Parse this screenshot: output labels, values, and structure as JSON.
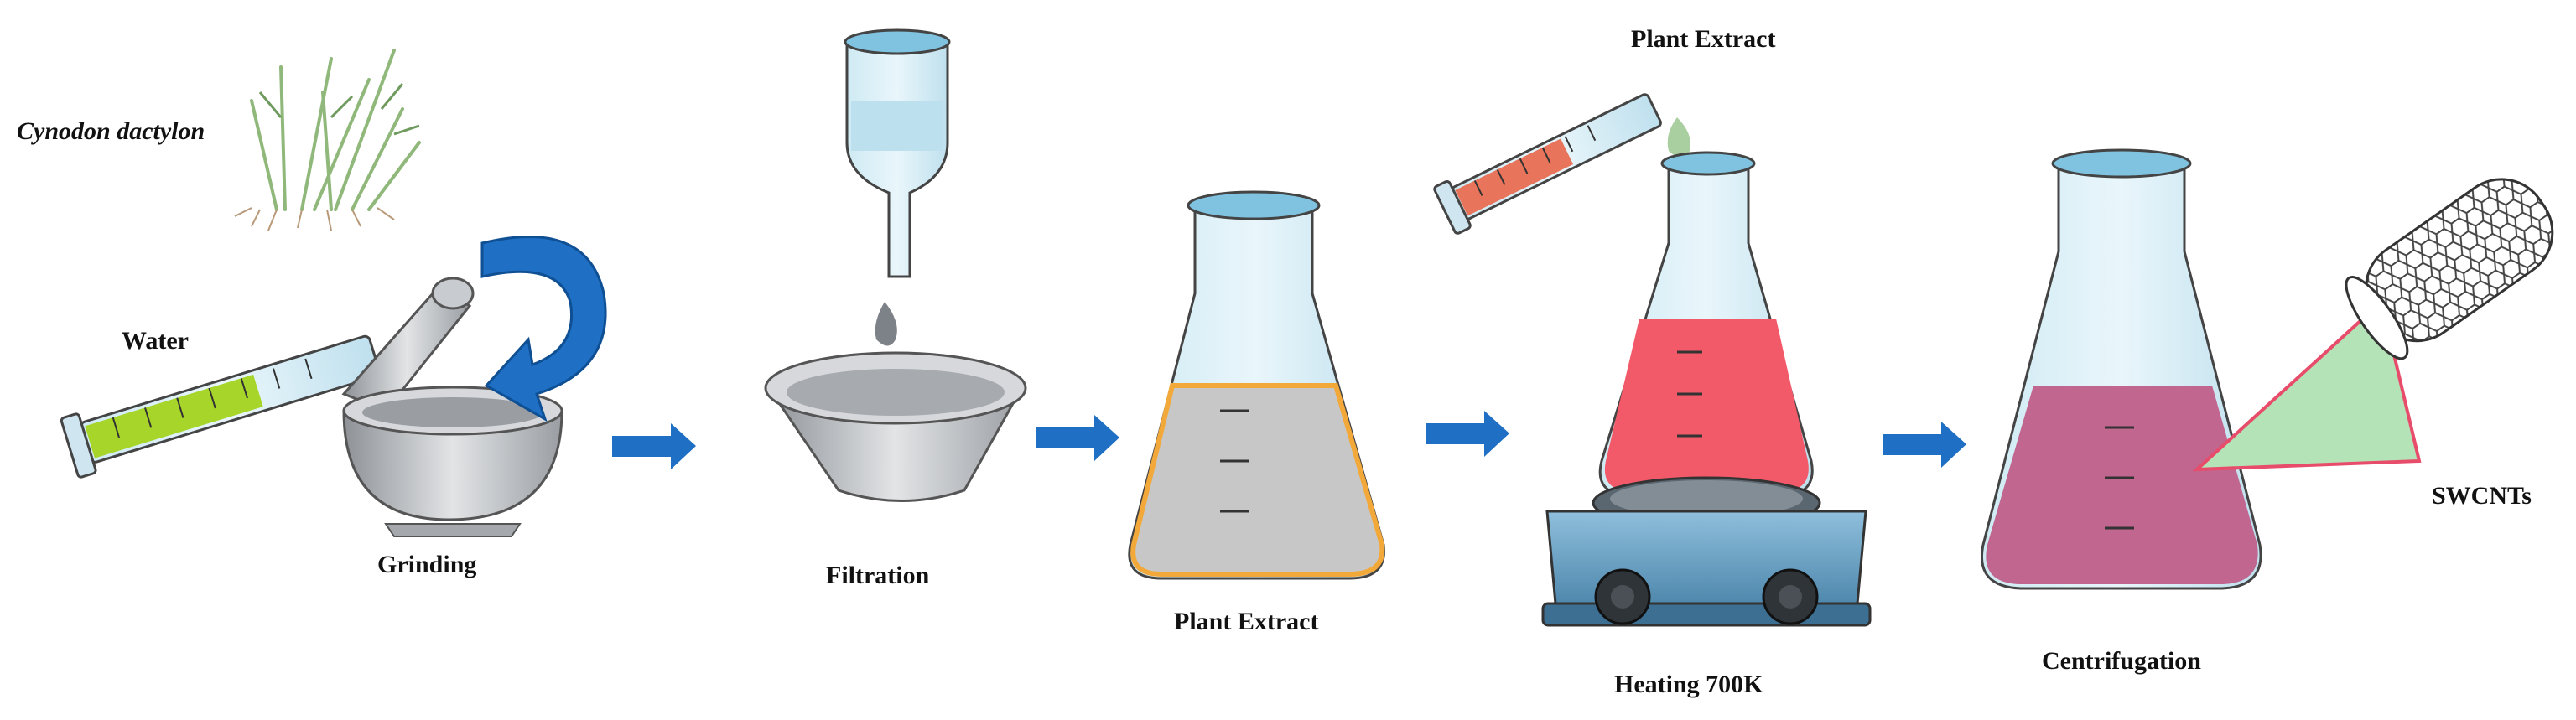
{
  "labels": {
    "plant_name": "Cynodon dactylon",
    "water": "Water",
    "grinding": "Grinding",
    "filtration": "Filtration",
    "plant_extract_flask": "Plant Extract",
    "plant_extract_top": "Plant Extract",
    "heating": "Heating 700K",
    "centrifugation": "Centrifugation",
    "swcnts": "SWCNTs"
  },
  "colors": {
    "arrow": "#1f6fc4",
    "mortar": "#b9bcc0",
    "water_liquid": "#a8d52a",
    "plant_extract_liquid": "#c7c7c7",
    "plant_extract_rim": "#f3a93a",
    "heating_liquid": "#f25a6a",
    "centrifuge_liquid": "#c0668f",
    "cone": "#b5e3b8",
    "cone_edge": "#e84c6b",
    "hotplate": "#6fa6c9",
    "drop": "#7d8288"
  },
  "steps": [
    "Grinding",
    "Filtration",
    "Plant Extract",
    "Heating 700K",
    "Centrifugation"
  ]
}
